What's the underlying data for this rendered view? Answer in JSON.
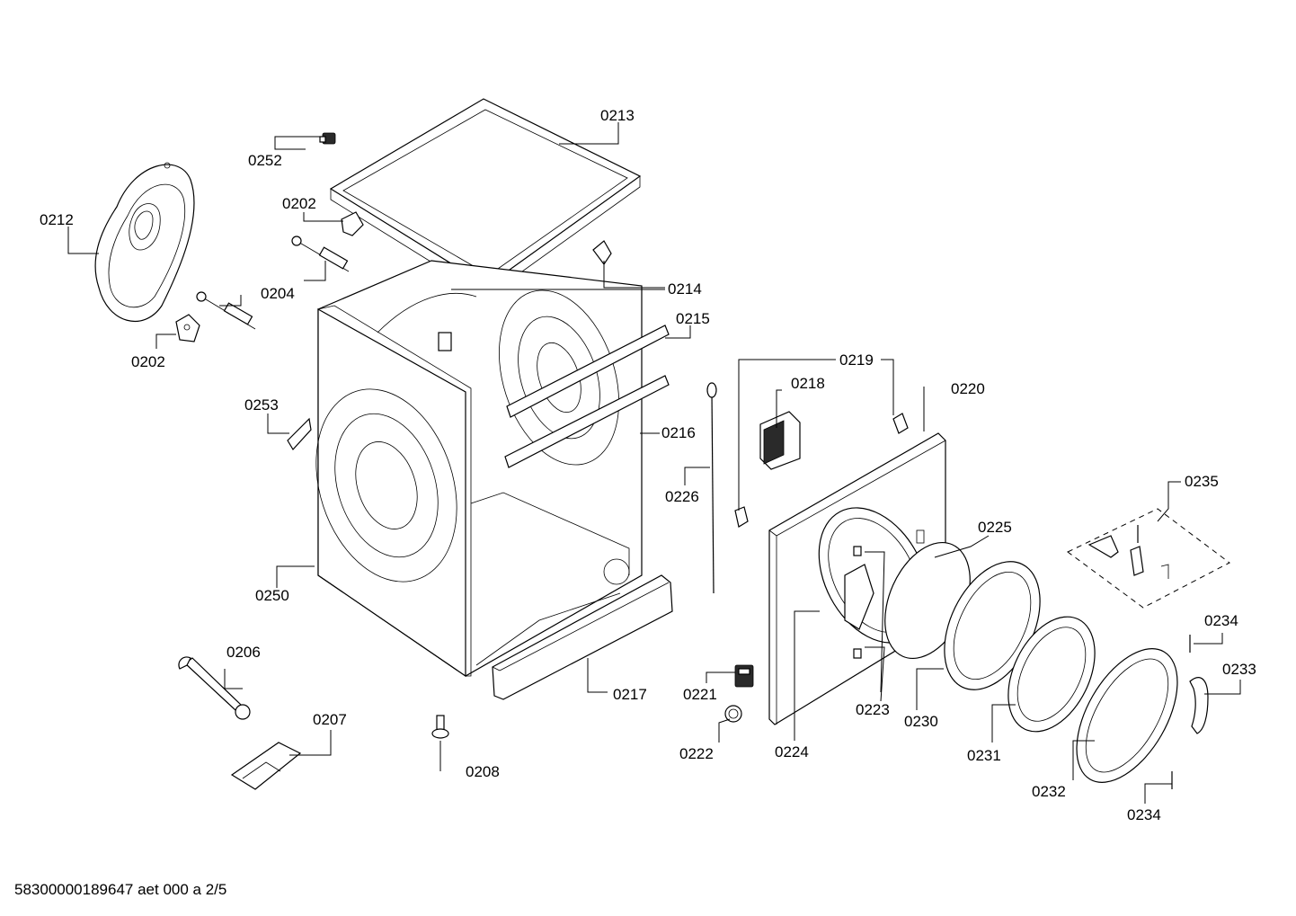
{
  "diagram": {
    "labels": {
      "p0213": "0213",
      "p0252": "0252",
      "p0202a": "0202",
      "p0212": "0212",
      "p0204": "0204",
      "p0214": "0214",
      "p0202b": "0202",
      "p0215": "0215",
      "p0219": "0219",
      "p0218": "0218",
      "p0220": "0220",
      "p0253": "0253",
      "p0216": "0216",
      "p0226": "0226",
      "p0235": "0235",
      "p0225": "0225",
      "p0250": "0250",
      "p0234a": "0234",
      "p0233": "0233",
      "p0206": "0206",
      "p0217": "0217",
      "p0221": "0221",
      "p0223": "0223",
      "p0230": "0230",
      "p0207": "0207",
      "p0222": "0222",
      "p0224": "0224",
      "p0231": "0231",
      "p0208": "0208",
      "p0232": "0232",
      "p0234b": "0234"
    }
  },
  "footer": {
    "document_code": "58300000189647 aet 000 a 2/5"
  }
}
